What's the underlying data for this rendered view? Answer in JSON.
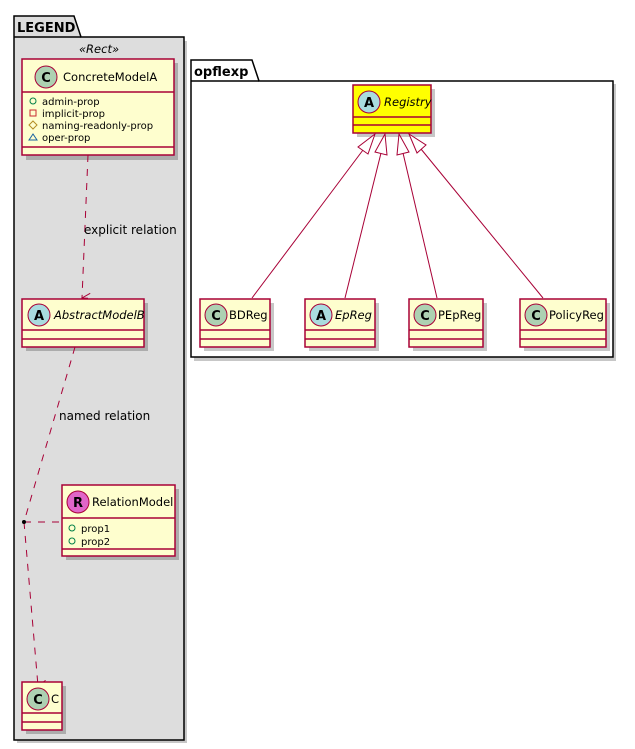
{
  "colors": {
    "class_fill": "#fefece",
    "class_border": "#a80036",
    "highlight_fill": "#ffff00",
    "class_circle": "#add1b2",
    "abstract_circle": "#a9dcdf",
    "relation_circle": "#e066c8",
    "legend_bg": "#dddddd",
    "vis_public": "#038048",
    "vis_private": "#c82930",
    "vis_protected": "#b38d22",
    "vis_package": "#1963a0"
  },
  "legend": {
    "title": "LEGEND",
    "stereotype": "«Rect»",
    "concrete_model": {
      "letter": "C",
      "name": "ConcreteModelA",
      "attributes": [
        {
          "visibility": "public",
          "icon": "circle-icon",
          "name": "admin-prop"
        },
        {
          "visibility": "private",
          "icon": "square-icon",
          "name": "implicit-prop"
        },
        {
          "visibility": "protected",
          "icon": "diamond-icon",
          "name": "naming-readonly-prop"
        },
        {
          "visibility": "package",
          "icon": "triangle-icon",
          "name": "oper-prop"
        }
      ]
    },
    "explicit_relation_label": "explicit relation",
    "abstract_model": {
      "letter": "A",
      "name": "AbstractModelB"
    },
    "named_relation_label": "named relation",
    "relation_model": {
      "letter": "R",
      "name": "RelationModel",
      "attributes": [
        {
          "visibility": "public",
          "icon": "circle-icon",
          "name": "prop1"
        },
        {
          "visibility": "public",
          "icon": "circle-icon",
          "name": "prop2"
        }
      ]
    },
    "target_model": {
      "letter": "C",
      "name": "C"
    }
  },
  "package": {
    "title": "opflexp",
    "parent": {
      "letter": "A",
      "name": "Registry",
      "abstract": true,
      "highlighted": true
    },
    "children": [
      {
        "letter": "C",
        "name": "BDReg",
        "abstract": false
      },
      {
        "letter": "A",
        "name": "EpReg",
        "abstract": true
      },
      {
        "letter": "C",
        "name": "PEpReg",
        "abstract": false
      },
      {
        "letter": "C",
        "name": "PolicyReg",
        "abstract": false
      }
    ]
  }
}
